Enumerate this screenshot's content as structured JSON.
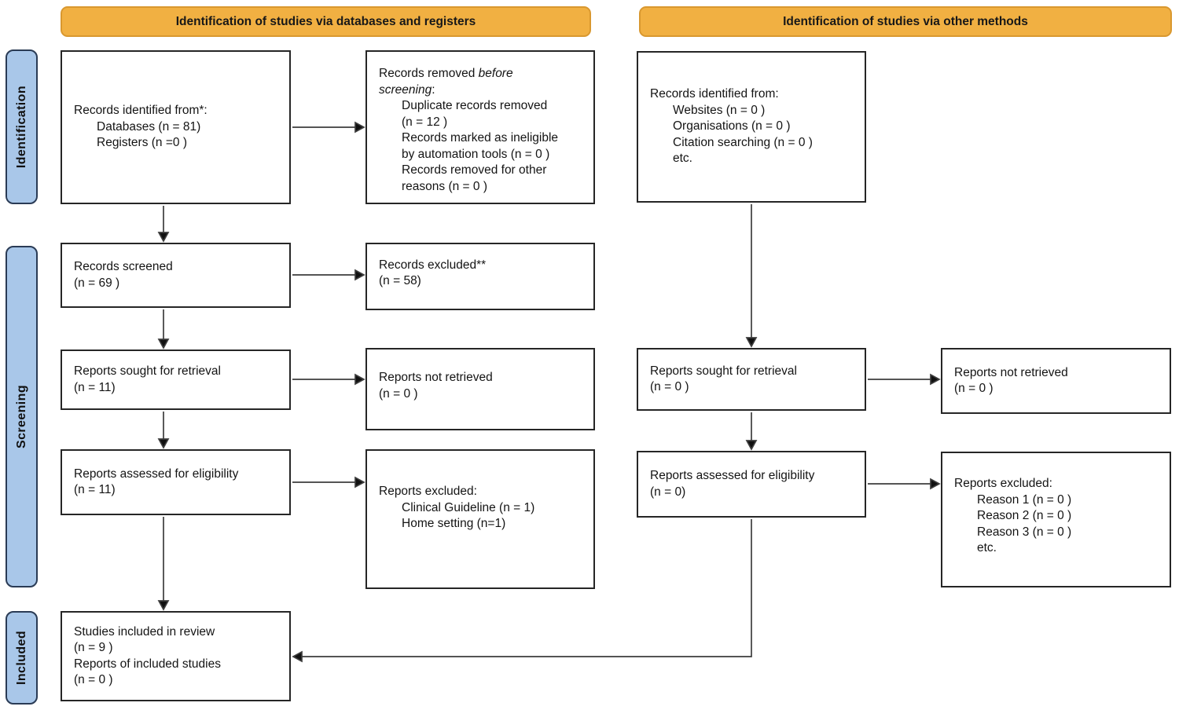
{
  "banners": {
    "databases_registers": "Identification of studies via databases and registers",
    "other_methods": "Identification of studies via other methods"
  },
  "stages": {
    "identification": "Identification",
    "screening": "Screening",
    "included": "Included"
  },
  "boxes": {
    "records_identified_db": {
      "title": "Records identified from*:",
      "items": [
        "Databases (n = 81)",
        "Registers (n =0 )"
      ]
    },
    "records_removed": {
      "title_pre": "Records removed ",
      "title_italic_1": "before",
      "title_italic_2": "screening",
      "title_colon": ":",
      "item_lines": [
        "Duplicate records removed",
        "(n = 12 )",
        "Records marked as ineligible",
        "by automation tools (n = 0 )",
        "Records removed for other",
        "reasons (n = 0 )"
      ]
    },
    "records_identified_other": {
      "title": "Records identified from:",
      "items": [
        "Websites (n = 0 )",
        "Organisations (n = 0 )",
        "Citation searching (n = 0 )",
        "etc."
      ]
    },
    "records_screened": {
      "lines": [
        "Records screened",
        "(n = 69 )"
      ]
    },
    "records_excluded": {
      "lines": [
        "Records excluded**",
        "(n = 58)"
      ]
    },
    "reports_sought_db": {
      "lines": [
        "Reports sought for retrieval",
        "(n = 11)"
      ]
    },
    "reports_not_retrieved_db": {
      "lines": [
        "Reports not retrieved",
        "(n = 0 )"
      ]
    },
    "reports_sought_other": {
      "lines": [
        "Reports sought for retrieval",
        "(n = 0 )"
      ]
    },
    "reports_not_retrieved_other": {
      "lines": [
        "Reports not retrieved",
        "(n = 0 )"
      ]
    },
    "reports_assessed_db": {
      "lines": [
        "Reports assessed for eligibility",
        "(n = 11)"
      ]
    },
    "reports_excluded_db": {
      "title": "Reports excluded:",
      "items": [
        "Clinical Guideline (n = 1)",
        "Home setting (n=1)"
      ]
    },
    "reports_assessed_other": {
      "lines": [
        "Reports assessed for eligibility",
        "(n = 0)"
      ]
    },
    "reports_excluded_other": {
      "title": "Reports excluded:",
      "items": [
        "Reason 1 (n = 0 )",
        "Reason 2 (n = 0 )",
        "Reason 3 (n = 0 )",
        "etc."
      ]
    },
    "studies_included": {
      "lines": [
        "Studies included in review",
        "(n = 9 )",
        "Reports of included studies",
        "(n = 0 )"
      ]
    }
  },
  "colors": {
    "banner_fill": "#F1B042",
    "banner_border": "#D9982F",
    "stage_fill": "#A9C7E9",
    "stage_border": "#2A3B55",
    "box_border": "#262626",
    "arrow": "#3D3D3D",
    "arrowhead": "#111111"
  }
}
